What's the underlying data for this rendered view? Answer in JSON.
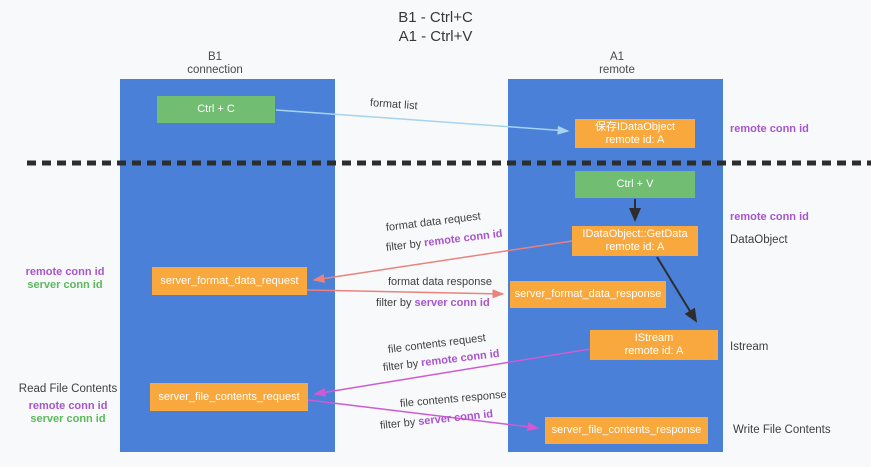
{
  "title": {
    "line1": "B1 - Ctrl+C",
    "line2": "A1 - Ctrl+V"
  },
  "columns": {
    "left": {
      "name": "B1",
      "role": "connection"
    },
    "right": {
      "name": "A1",
      "role": "remote"
    }
  },
  "nodes": {
    "ctrl_c": {
      "label": "Ctrl + C"
    },
    "save_dataobject": {
      "line1": "保存IDataObject",
      "line2": "remote id: A"
    },
    "ctrl_v": {
      "label": "Ctrl + V"
    },
    "getdata": {
      "line1": "IDataObject::GetData",
      "line2": "remote id: A"
    },
    "format_request": {
      "label": "server_format_data_request"
    },
    "format_response": {
      "label": "server_format_data_response"
    },
    "istream": {
      "line1": "IStream",
      "line2": "remote id: A"
    },
    "file_request": {
      "label": "server_file_contents_request"
    },
    "file_response": {
      "label": "server_file_contents_response"
    }
  },
  "edges": {
    "format_list": "format list",
    "format_data_request": "format data request",
    "format_data_response": "format data response",
    "file_contents_request": "file contents request",
    "file_contents_response": "file contents response",
    "filter_by": "filter by",
    "remote_conn_id": "remote conn id",
    "server_conn_id": "server conn id"
  },
  "side_labels": {
    "remote_conn_id": "remote conn id",
    "server_conn_id": "server conn id",
    "dataobject": "DataObject",
    "istream": "Istream",
    "read_file_contents": "Read File Contents",
    "write_file_contents": "Write File Contents"
  },
  "colors": {
    "lane_blue": "#4a80d8",
    "action_green": "#71be72",
    "message_orange": "#f8a83d",
    "arrow_light_blue": "#a5d3f0",
    "arrow_salmon": "#e8837d",
    "arrow_magenta": "#cf5bd3",
    "arrow_black": "#2d2d2d",
    "text_purple": "#a855cc",
    "text_green": "#5cb85c",
    "background": "#f8f9fa"
  }
}
